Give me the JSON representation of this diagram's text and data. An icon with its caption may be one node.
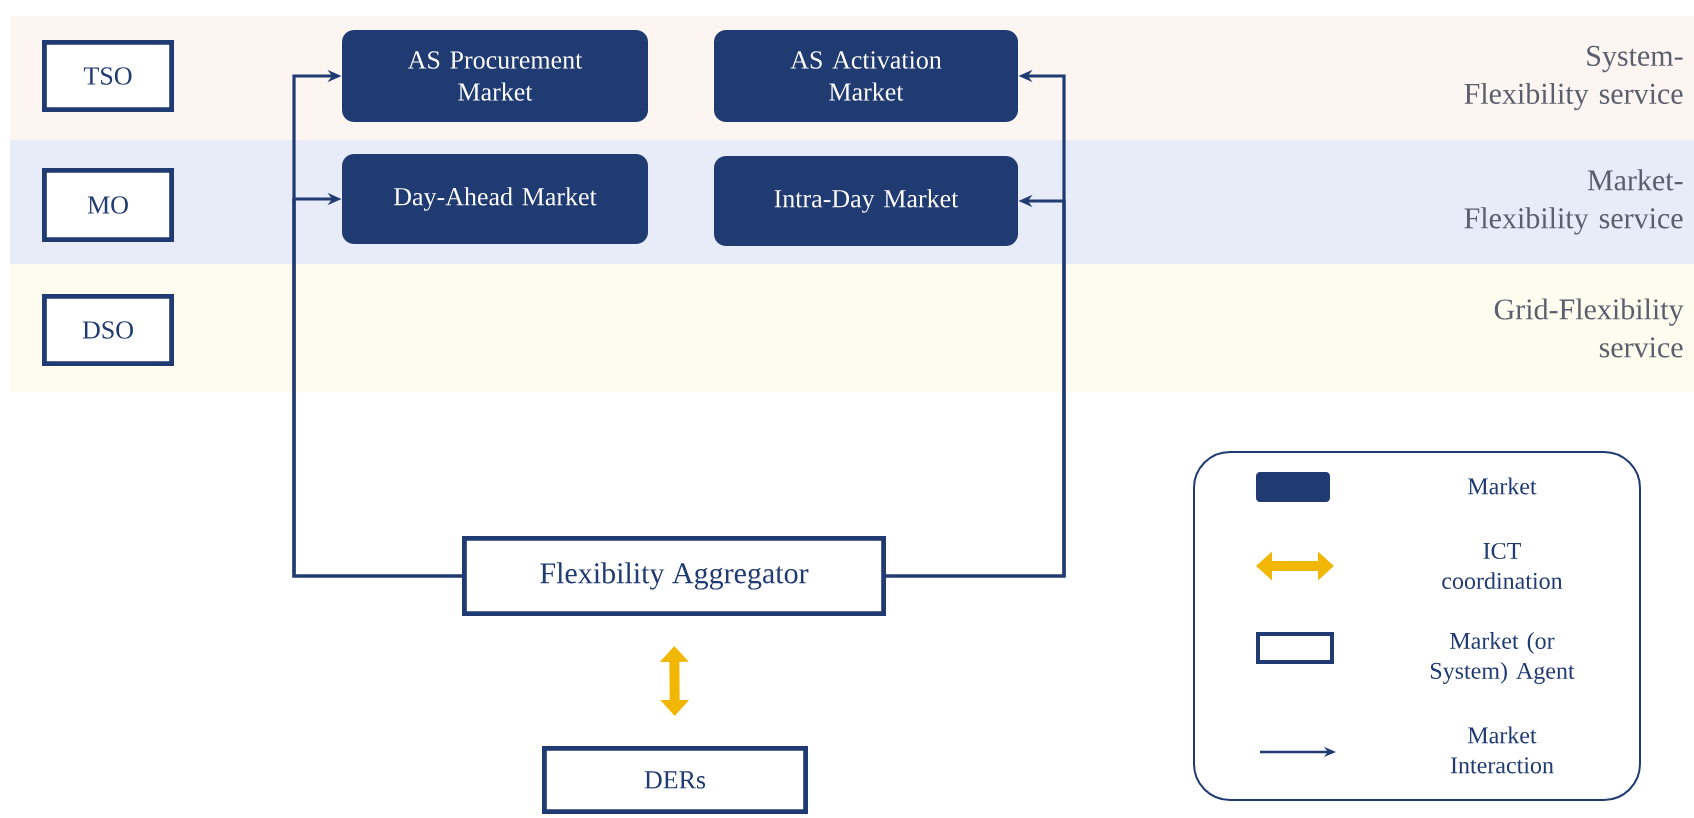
{
  "diagram": {
    "nodes": [
      {
        "text": [
          "System-Flexibility service"
        ]
      },
      {
        "text": [
          "TSO"
        ],
        "in": 0
      },
      {
        "text": [
          "AS Procurement Market"
        ],
        "in": 0
      },
      {
        "text": [
          "AS Activation Market"
        ],
        "in": 0
      },
      {
        "text": [
          "Market-Flexibility service"
        ]
      },
      {
        "text": [
          "MO"
        ],
        "in": 4
      },
      {
        "text": [
          "Day-Ahead Market"
        ],
        "in": 4
      },
      {
        "text": [
          "Intra-Day Market"
        ],
        "in": 4
      },
      {
        "text": [
          "Grid-Flexibility service"
        ]
      },
      {
        "text": [
          "DSO"
        ],
        "in": 8
      },
      {
        "text": [
          "Flexibility Aggregator"
        ]
      },
      {
        "text": [
          "DERs"
        ]
      }
    ],
    "edges": [
      {
        "from": 10,
        "to": 2,
        "arrow": "to"
      },
      {
        "from": 10,
        "to": 6,
        "arrow": "to"
      },
      {
        "from": 10,
        "to": 3,
        "arrow": "to"
      },
      {
        "from": 10,
        "to": 7,
        "arrow": "to"
      },
      {
        "from": 10,
        "to": 11,
        "arrow": "both",
        "style": "thick",
        "color": "#f2b705"
      }
    ],
    "legend": [
      {
        "text": "Market"
      },
      {
        "text": "ICT coordination"
      },
      {
        "text": "Market (or System) Agent"
      },
      {
        "text": "Market Interaction"
      }
    ]
  }
}
